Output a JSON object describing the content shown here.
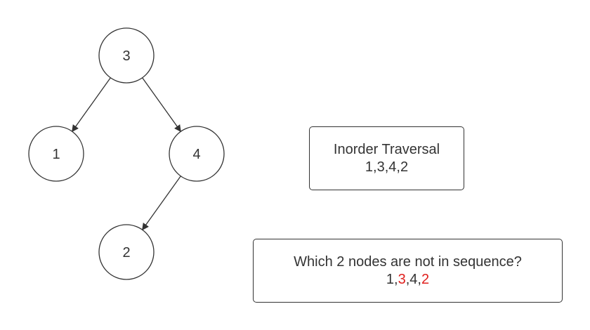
{
  "tree": {
    "nodes": [
      {
        "id": "n3",
        "label": "3"
      },
      {
        "id": "n1",
        "label": "1"
      },
      {
        "id": "n4",
        "label": "4"
      },
      {
        "id": "n2",
        "label": "2"
      }
    ],
    "edges": [
      {
        "from": "n3",
        "to": "n1"
      },
      {
        "from": "n3",
        "to": "n4"
      },
      {
        "from": "n4",
        "to": "n2"
      }
    ]
  },
  "inorder_box": {
    "title": "Inorder Traversal",
    "sequence": "1,3,4,2"
  },
  "question_box": {
    "question": "Which 2 nodes are not in sequence?",
    "tokens": [
      {
        "text": "1",
        "highlight": false
      },
      {
        "text": ",",
        "highlight": false
      },
      {
        "text": "3",
        "highlight": true
      },
      {
        "text": ",",
        "highlight": false
      },
      {
        "text": "4",
        "highlight": false
      },
      {
        "text": ",",
        "highlight": false
      },
      {
        "text": "2",
        "highlight": true
      }
    ]
  },
  "colors": {
    "stroke": "#333333",
    "highlight": "#e0201e",
    "background": "#ffffff"
  }
}
